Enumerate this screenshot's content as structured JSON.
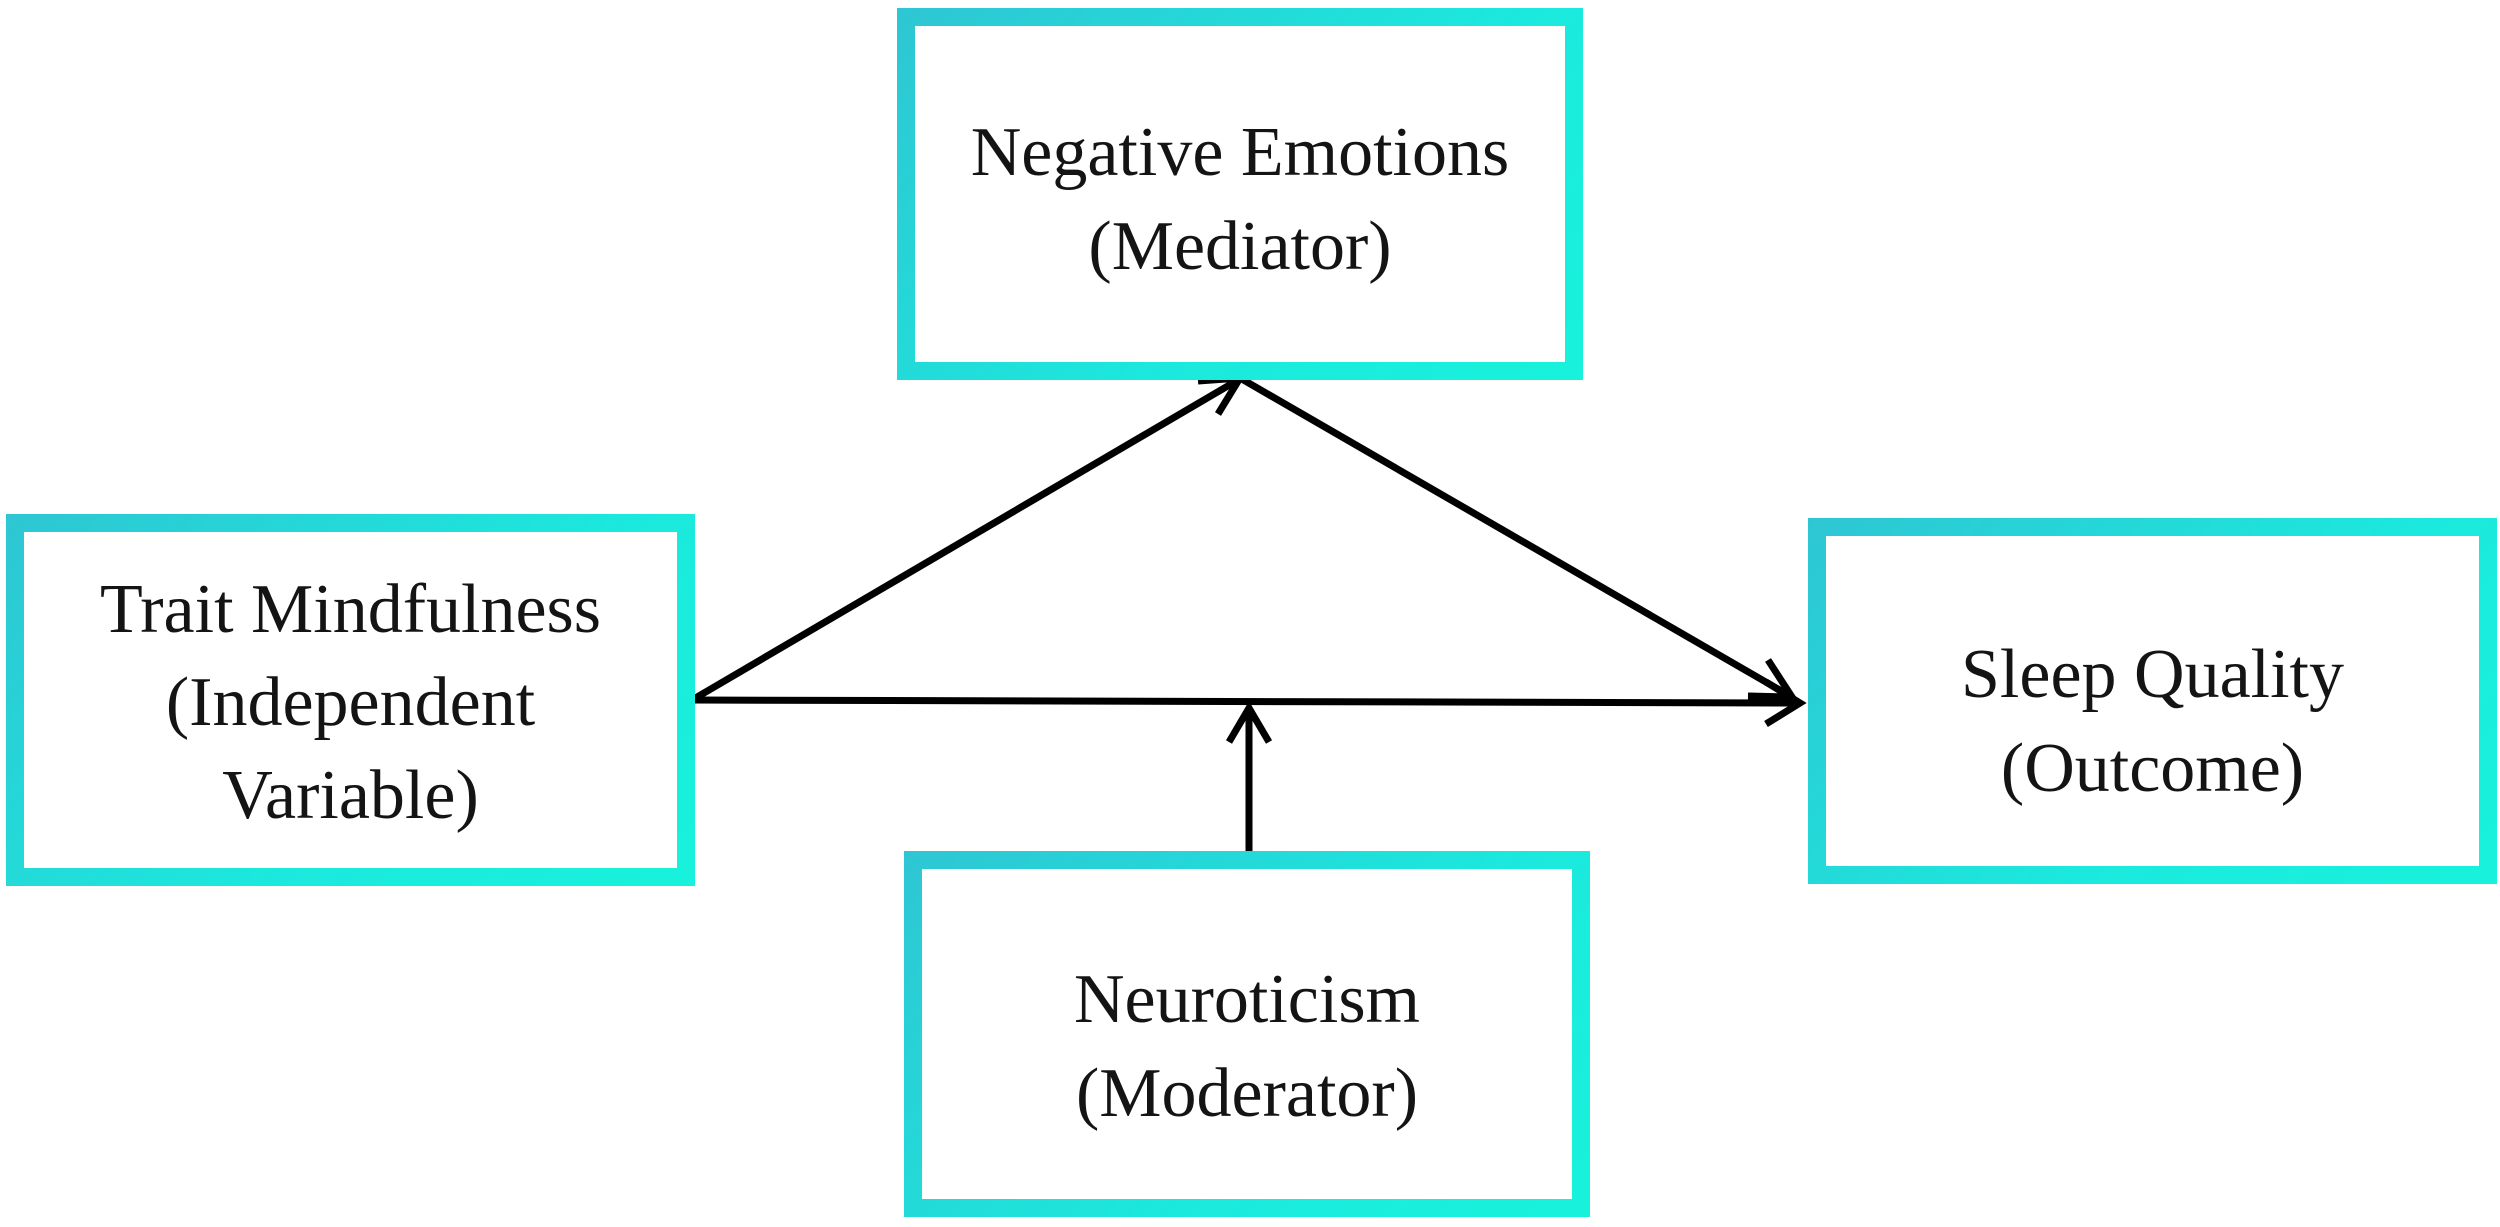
{
  "nodes": {
    "mediator": {
      "line1": "Negative Emotions",
      "line2": "(Mediator)"
    },
    "independent_variable": {
      "line1": "Trait Mindfulness",
      "line2": "(Independent",
      "line3": "Variable)"
    },
    "outcome": {
      "line1": "Sleep Quality",
      "line2": "(Outcome)"
    },
    "moderator": {
      "line1": "Neuroticism",
      "line2": "(Moderator)"
    }
  },
  "edges": [
    {
      "from": "Trait Mindfulness",
      "to": "Negative Emotions"
    },
    {
      "from": "Negative Emotions",
      "to": "Sleep Quality"
    },
    {
      "from": "Trait Mindfulness",
      "to": "Sleep Quality"
    },
    {
      "from": "Neuroticism",
      "to": "Trait Mindfulness → Sleep Quality path"
    }
  ],
  "colors": {
    "box_border_start": "#2ec6d3",
    "box_border_end": "#18f2dc",
    "arrow": "#000000",
    "text": "#141414"
  }
}
